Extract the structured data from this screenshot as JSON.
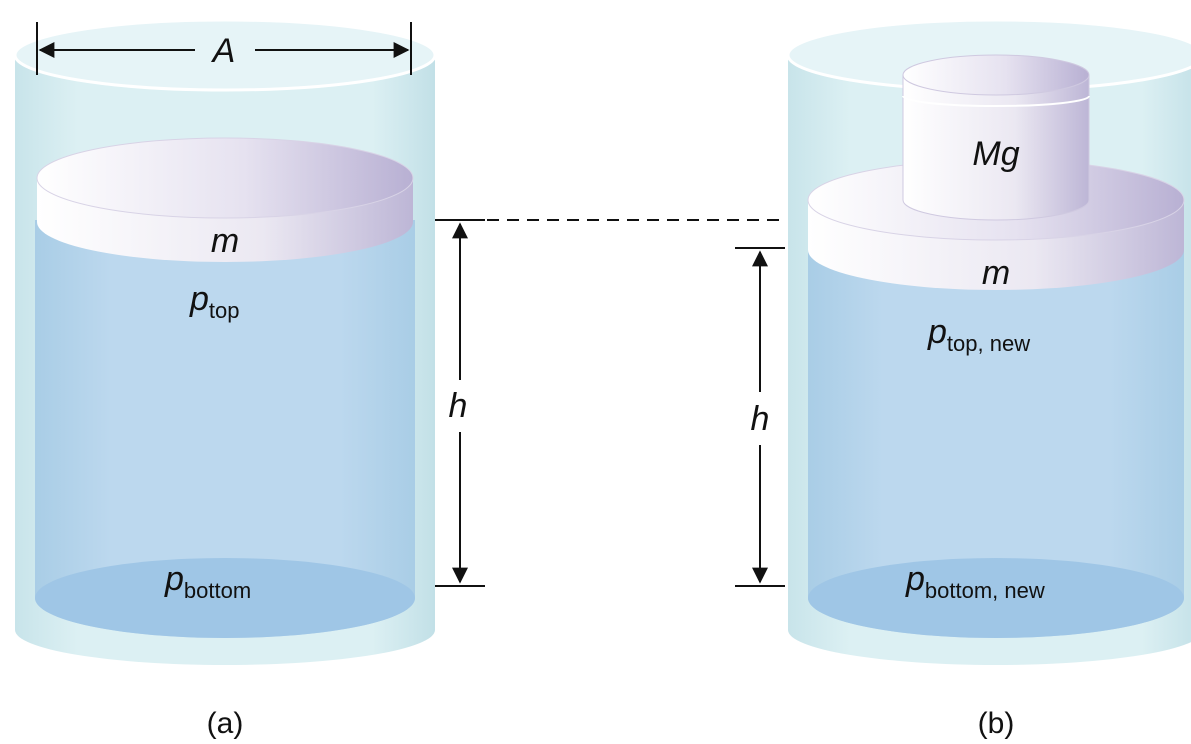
{
  "labels": {
    "area": "A",
    "mass": "m",
    "weight": "Mg",
    "height": "h",
    "p_symbol": "p",
    "sub_top": "top",
    "sub_bottom": "bottom",
    "sub_top_new": "top, new",
    "sub_bottom_new": "bottom, new"
  },
  "captions": {
    "a": "(a)",
    "b": "(b)"
  },
  "colors": {
    "container_glass": "#cfe8ee",
    "container_rim": "#e4f3f6",
    "liquid": "#b9d7ec",
    "liquid_bottom": "#9ec6e6",
    "piston": "#e6e2f0",
    "line": "#111111"
  }
}
